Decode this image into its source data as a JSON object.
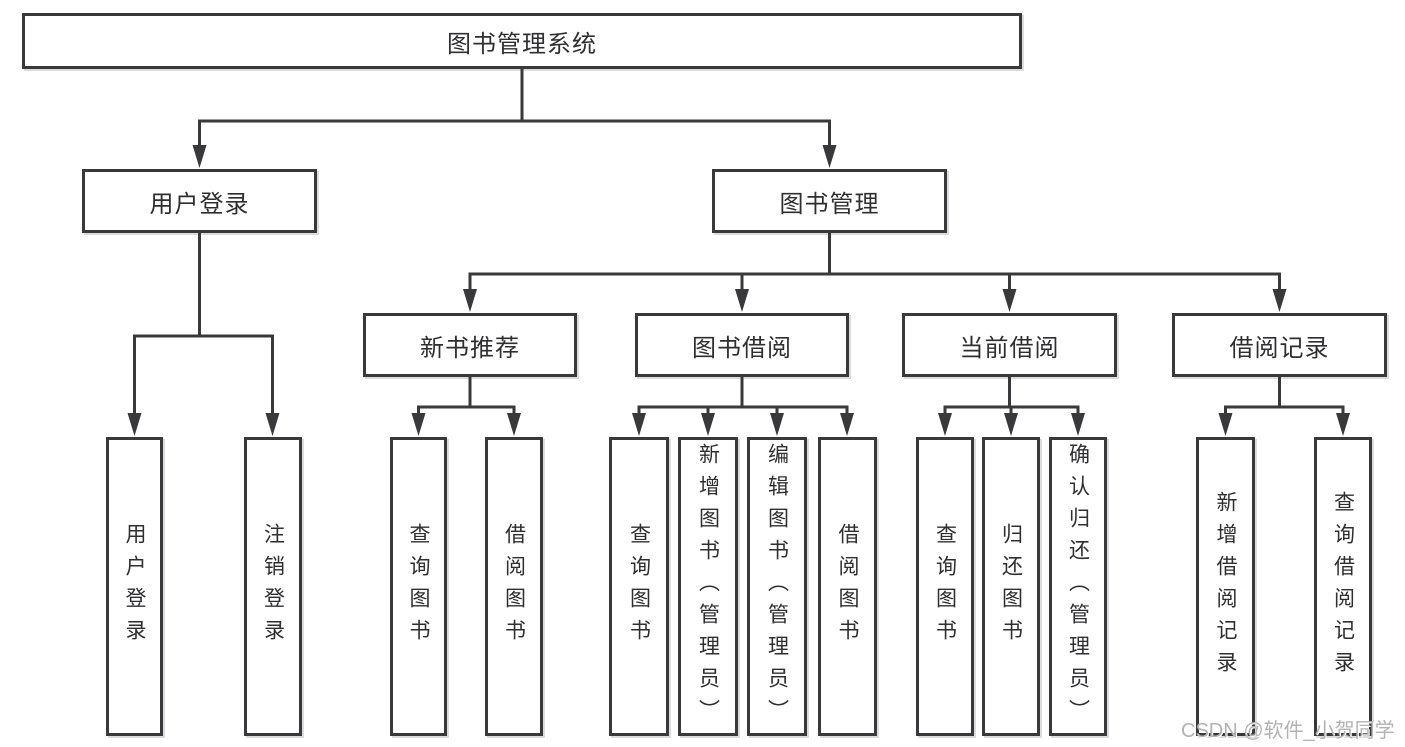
{
  "diagram": {
    "root": {
      "label": "图书管理系统"
    },
    "branches": [
      {
        "label": "用户登录",
        "children": [
          {
            "label": "用户登录"
          },
          {
            "label": "注销登录"
          }
        ]
      },
      {
        "label": "图书管理",
        "children": [
          {
            "label": "新书推荐",
            "children": [
              {
                "label": "查询图书"
              },
              {
                "label": "借阅图书"
              }
            ]
          },
          {
            "label": "图书借阅",
            "children": [
              {
                "label": "查询图书"
              },
              {
                "label": "新增图书（管理员）"
              },
              {
                "label": "编辑图书（管理员）"
              },
              {
                "label": "借阅图书"
              }
            ]
          },
          {
            "label": "当前借阅",
            "children": [
              {
                "label": "查询图书"
              },
              {
                "label": "归还图书"
              },
              {
                "label": "确认归还（管理员）"
              }
            ]
          },
          {
            "label": "借阅记录",
            "children": [
              {
                "label": "新增借阅记录"
              },
              {
                "label": "查询借阅记录"
              }
            ]
          }
        ]
      }
    ],
    "watermark": "CSDN @软件_小贺同学",
    "colors": {
      "line": "#39393b",
      "text": "#2f2f31",
      "box_bg": "#ffffff",
      "watermark": "#b3b3b3"
    }
  }
}
